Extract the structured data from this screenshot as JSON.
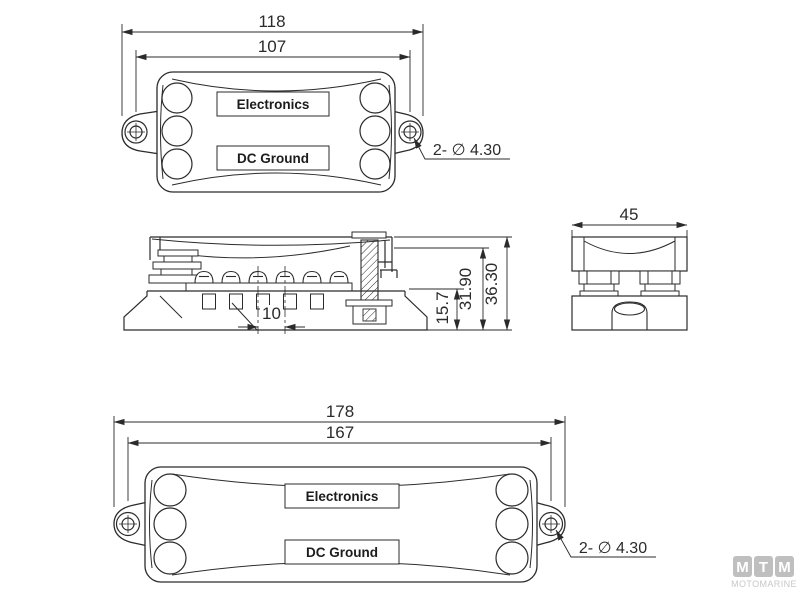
{
  "views": {
    "top": {
      "dim_overall": "118",
      "dim_holes": "107",
      "label_electronics": "Electronics",
      "label_dc_ground": "DC Ground",
      "hole_note": "2- ∅ 4.30"
    },
    "side": {
      "dim_pitch": "10",
      "dim_base_height": "15.7",
      "dim_mid_height": "31.90",
      "dim_total_height": "36.30"
    },
    "end": {
      "dim_width": "45"
    },
    "bottom": {
      "dim_overall": "178",
      "dim_holes": "167",
      "label_electronics": "Electronics",
      "label_dc_ground": "DC Ground",
      "hole_note": "2- ∅ 4.30"
    }
  },
  "logo": {
    "letter_1": "M",
    "letter_2": "T",
    "letter_3": "M",
    "subtext": "MOTOMARINE"
  },
  "colors": {
    "line": "#2b2b2b",
    "background": "#ffffff",
    "logo_tile": "#bfbfbf",
    "logo_text": "#c8c8c8"
  }
}
